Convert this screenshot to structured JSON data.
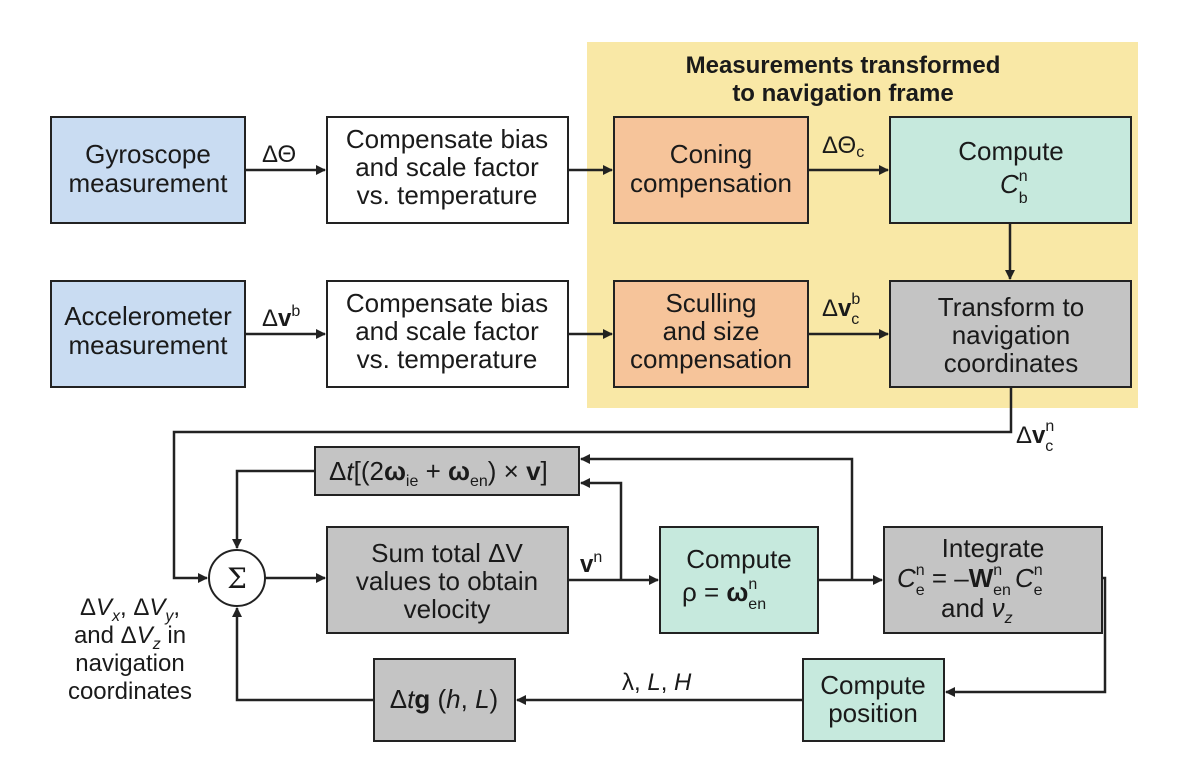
{
  "colors": {
    "frame_bg": "#f9e8a6",
    "sensor_box": "#c9dcf2",
    "compensation_box": "#f6c49a",
    "compute_box": "#c6e9dd",
    "process_box": "#c4c4c4",
    "plain_box": "#ffffff",
    "stroke": "#222222"
  },
  "frame": {
    "title_line1": "Measurements transformed",
    "title_line2": "to navigation frame"
  },
  "boxes": {
    "gyro": {
      "line1": "Gyroscope",
      "line2": "measurement"
    },
    "gyro_comp": {
      "line1": "Compensate bias",
      "line2": "and scale factor",
      "line3": "vs. temperature"
    },
    "coning": {
      "line1": "Coning",
      "line2": "compensation"
    },
    "compute_cbn": {
      "line1": "Compute",
      "sym": "C",
      "sup": "n",
      "sub": "b"
    },
    "accel": {
      "line1": "Accelerometer",
      "line2": "measurement"
    },
    "accel_comp": {
      "line1": "Compensate bias",
      "line2": "and scale factor",
      "line3": "vs. temperature"
    },
    "sculling": {
      "line1": "Sculling",
      "line2": "and size",
      "line3": "compensation"
    },
    "transform": {
      "line1": "Transform to",
      "line2": "navigation",
      "line3": "coordinates"
    },
    "coriolis": {
      "delta": "Δ",
      "t": "t",
      "open": "[(2",
      "omega": "ω",
      "sub_ie": "ie",
      "plus": " + ",
      "sub_en": "en",
      "cross": ") × ",
      "v": "v",
      "close": "]"
    },
    "sum_v": {
      "line1": "Sum total ΔV",
      "line2": "values to obtain",
      "line3": "velocity"
    },
    "compute_rho": {
      "line1": "Compute",
      "rho": "ρ = ",
      "omega": "ω",
      "sup": "n",
      "sub": "en"
    },
    "integrate": {
      "line1": "Integrate",
      "c": "C",
      "c_sup": "n",
      "c_sub": "e",
      "eq": " = –",
      "w": "W",
      "w_sup": "n",
      "w_sub": "en",
      "c2_sup": "n",
      "c2_sub": "e",
      "and": "and ",
      "nu": "ν",
      "nu_sub": "z"
    },
    "compute_pos": {
      "line1": "Compute",
      "line2": "position"
    },
    "gravity": {
      "delta": "Δ",
      "t": "t",
      "g": "g",
      "args_open": " (",
      "h": "h",
      "comma": ", ",
      "L": "L",
      "args_close": ")"
    },
    "sigma": {
      "symbol": "Σ"
    }
  },
  "labels": {
    "delta_theta": "ΔΘ",
    "delta_theta_c": {
      "base": "ΔΘ",
      "sub": "c"
    },
    "delta_vb": {
      "delta": "Δ",
      "v": "v",
      "sup": "b"
    },
    "delta_vcb": {
      "delta": "Δ",
      "v": "v",
      "sup": "b",
      "sub": "c"
    },
    "delta_vcn": {
      "delta": "Δ",
      "v": "v",
      "sup": "n",
      "sub": "c"
    },
    "vn": {
      "v": "v",
      "sup": "n"
    },
    "lat_lon_h": {
      "lambda": "λ, ",
      "L": "L",
      "comma": ", ",
      "H": "H"
    },
    "side_note": {
      "l1_d1": "Δ",
      "l1_v1": "V",
      "l1_x": "x",
      "l1_c1": ", Δ",
      "l1_v2": "V",
      "l1_y": "y",
      "l1_c2": ",",
      "l2_a": "and Δ",
      "l2_v": "V",
      "l2_z": "z",
      "l2_b": " in",
      "line3": "navigation",
      "line4": "coordinates"
    }
  }
}
